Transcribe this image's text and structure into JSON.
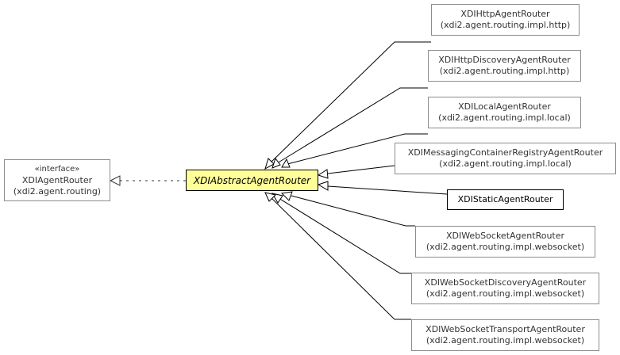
{
  "interface_node": {
    "stereotype": "«interface»",
    "name": "XDIAgentRouter",
    "package": "(xdi2.agent.routing)"
  },
  "focus_node": {
    "name": "XDIAbstractAgentRouter"
  },
  "subclasses": [
    {
      "name": "XDIHttpAgentRouter",
      "package": "(xdi2.agent.routing.impl.http)"
    },
    {
      "name": "XDIHttpDiscoveryAgentRouter",
      "package": "(xdi2.agent.routing.impl.http)"
    },
    {
      "name": "XDILocalAgentRouter",
      "package": "(xdi2.agent.routing.impl.local)"
    },
    {
      "name": "XDIMessagingContainerRegistryAgentRouter",
      "package": "(xdi2.agent.routing.impl.local)"
    },
    {
      "name": "XDIStaticAgentRouter",
      "package": ""
    },
    {
      "name": "XDIWebSocketAgentRouter",
      "package": "(xdi2.agent.routing.impl.websocket)"
    },
    {
      "name": "XDIWebSocketDiscoveryAgentRouter",
      "package": "(xdi2.agent.routing.impl.websocket)"
    },
    {
      "name": "XDIWebSocketTransportAgentRouter",
      "package": "(xdi2.agent.routing.impl.websocket)"
    }
  ],
  "colors": {
    "focus_fill": "#ffff99",
    "edge": "#000000",
    "border": "#8c8c8c"
  }
}
